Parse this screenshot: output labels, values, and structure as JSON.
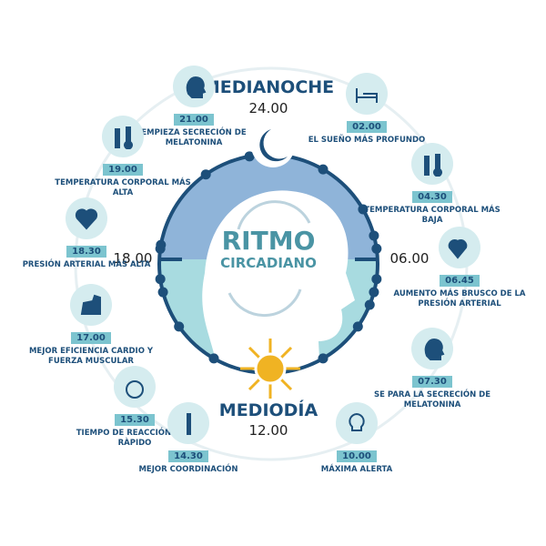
{
  "title": {
    "line1": "RITMO",
    "line2": "CIRCADIANO"
  },
  "midnight": {
    "label": "MEDIANOCHE",
    "time": "24.00"
  },
  "noon": {
    "label": "MEDIODÍA",
    "time": "12.00"
  },
  "hours": {
    "left": "18.00",
    "right": "06.00"
  },
  "colors": {
    "navy": "#1d4f7a",
    "night": "#8fb4d9",
    "day": "#a8dbe0",
    "sun": "#f0b323",
    "tag": "#7cc4cf"
  },
  "events": [
    {
      "time": "21.00",
      "label": "EMPIEZA SECRECIÓN DE MELATONINA",
      "icon": "brain-moon-icon"
    },
    {
      "time": "19.00",
      "label": "TEMPERATURA CORPORAL MÁS ALTA",
      "icon": "thermometer-person-icon"
    },
    {
      "time": "18.30",
      "label": "PRESIÓN ARTERIAL MÁS ALTA",
      "icon": "heart-pulse-icon"
    },
    {
      "time": "17.00",
      "label": "MEJOR EFICIENCIA CARDIO Y FUERZA MUSCULAR",
      "icon": "muscle-arm-icon"
    },
    {
      "time": "15.30",
      "label": "TIEMPO DE REACCIÓN MÁS RÀPIDO",
      "icon": "stopwatch-icon"
    },
    {
      "time": "14.30",
      "label": "MEJOR COORDINACIÓN",
      "icon": "yoga-pose-icon"
    },
    {
      "time": "10.00",
      "label": "MÁXIMA ALERTA",
      "icon": "lightbulb-icon"
    },
    {
      "time": "07.30",
      "label": "SE PARA LA SECRECIÓN DE MELATONINA",
      "icon": "brain-moon-cross-icon"
    },
    {
      "time": "06.45",
      "label": "AUMENTO MÁS BRUSCO DE LA PRESIÓN ARTERIAL",
      "icon": "heart-plus-icon"
    },
    {
      "time": "04.30",
      "label": "TEMPERATURA CORPORAL MÁS BAJA",
      "icon": "thermometer-person-icon"
    },
    {
      "time": "02.00",
      "label": "EL SUEÑO MÁS PROFUNDO",
      "icon": "bed-icon"
    }
  ]
}
